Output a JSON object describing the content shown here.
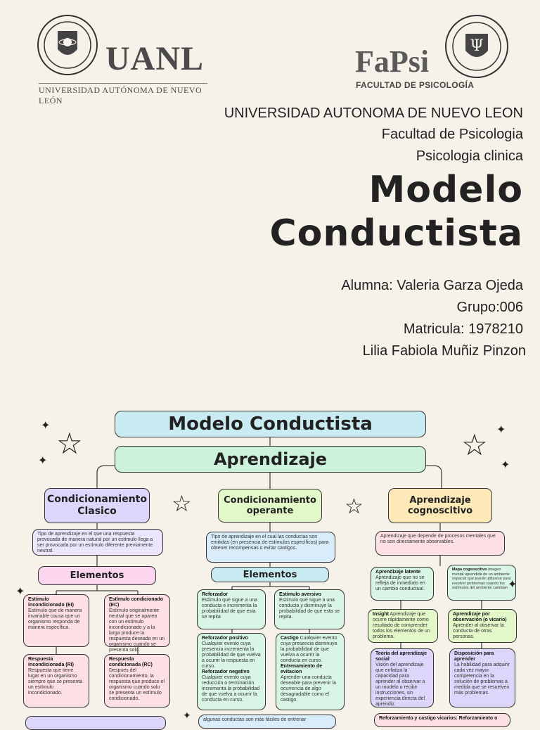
{
  "header": {
    "uanl_logo_text": "UANL",
    "uanl_logo_subtitle": "UNIVERSIDAD AUTÓNOMA DE NUEVO LEÓN",
    "fapsi_logo_text": "FaPsi",
    "fapsi_logo_subtitle": "FACULTAD DE PSICOLOGÍA",
    "university": "UNIVERSIDAD AUTONOMA DE NUEVO LEON",
    "faculty": "Facultad de Psicologia",
    "area": "Psicologia clinica",
    "title_line1": "Modelo",
    "title_line2": "Conductista",
    "student": "Alumna: Valeria Garza Ojeda",
    "group": "Grupo:006",
    "id": "Matricula: 1978210",
    "teacher": "Lilia Fabiola Muñiz Pinzon"
  },
  "map": {
    "title": "Modelo Conductista",
    "subtitle": "Aprendizaje",
    "col1": {
      "heading": "Condicionamiento Clasico",
      "definition": "Tipo de aprendizaje en el que una respuesta provocada de manera natural por un estímulo llega a ser provocada por un estímulo diferente previamente neutral.",
      "elements": "Elementos",
      "ei_title": "Estímulo incondicionado (EI)",
      "ei_text": "Estímulo que de manera invariable causa que un organismo responda de manera específica.",
      "ec_title": "Estímulo condicionado (EC)",
      "ec_text": "Estímulo originalmente neutral que se aparea con un estímulo incondicionado y a la larga produce la respuesta deseada en un organismo cuando se presenta solo.",
      "ri_title": "Respuesta incondicionada (RI)",
      "ri_text": "Respuesta que tiene lugar en un organismo siempre que se presenta un estímulo incondicionado.",
      "rc_title": "Respuesta condicionada (RC)",
      "rc_text": "Despues del condicionamiento, la respuesta que produce el organismo cuando solo se presenta un estímulo condicionado."
    },
    "col2": {
      "heading": "Condicionamiento operante",
      "definition": "Tipo de aprendizaje en el cual las conductas son emitidas (en presencia de estímulos específicos) para obtener recompensas o evitar castigos.",
      "elements": "Elementos",
      "ref_title": "Reforzador",
      "ref_text": "Estímulo que sigue a una conducta e incrementa la probabilidad de que esta se repita",
      "ea_title": "Estímulo aversivo",
      "ea_text": "Estímulo que sigue a una conducta y disminuye la probabilidad de que esta se repita.",
      "rp_title": "Reforzador positivo",
      "rp_text": "Cualquier evento cuya presencia incrementa la probabilidad de que vuelva a ocurrir la respuesta en curso.",
      "rn_title": "Reforzador negativo",
      "rn_text": "Cualquier evento cuya reducción o terminación incrementa la probabilidad de que vuelva a ocurrir la conducta en curso.",
      "cast_title": "Castigo",
      "cast_text": "Cualquier evento cuya presencia disminuye la probabilidad de que vuelva a ocurrir la conducta en curso.",
      "ent_title": "Entrenamiento de evitacion",
      "ent_text": "Aprender una conducta deseable para prevenir la ocurrencia de algo desagradable como el castigo.",
      "bottom": "algunas conductas son más fáciles de entrenar"
    },
    "col3": {
      "heading": "Aprendizaje cognoscitivo",
      "definition": "Aprendizaje que depende de procesos mentales que no son directamente observables.",
      "al_title": "Aprendizaje latente",
      "al_text": "Aprendizaje que no se refleja de inmediato en un cambio conductual.",
      "mc_title": "Mapa cognoscitivo",
      "mc_text": "Imagen mental aprendida de un ambiente espacial que puede utilizarse para resolver problemas cuando los estímulos del ambiente cambian",
      "in_title": "Insight",
      "in_text": "Aprendizaje que ocurre rápidamente como resultado de comprender todos los elementos de un problema.",
      "ao_title": "Aprendizaje por observación (o vicario)",
      "ao_text": "Aprender al observar la conducta de otras personas.",
      "ts_title": "Teoría del aprendizaje social",
      "ts_text": "Visión del aprendizaje que enfatiza la capacidad para aprender al observar a un modelo o recibir instrucciones, sin experiencia directa del aprendiz.",
      "dp_title": "Disposición para aprender",
      "dp_text": "La habilidad para adquirir cada vez mayor competencia en la solución de problemas a medida que se resuelven más problemas.",
      "bottom": "Reforzamiento y castigo vicarios: Reforzamiento o"
    }
  },
  "colors": {
    "background": "#f6f2ea",
    "title_box": "#c9ecf3",
    "aprendizaje_box": "#cdf2dc",
    "clasico": "#ddd6fb",
    "operante": "#e3f8c8",
    "cognoscitivo": "#fde9b8",
    "pink": "#fde0e6",
    "blue": "#d8ecfa",
    "green": "#d9f5e6"
  }
}
